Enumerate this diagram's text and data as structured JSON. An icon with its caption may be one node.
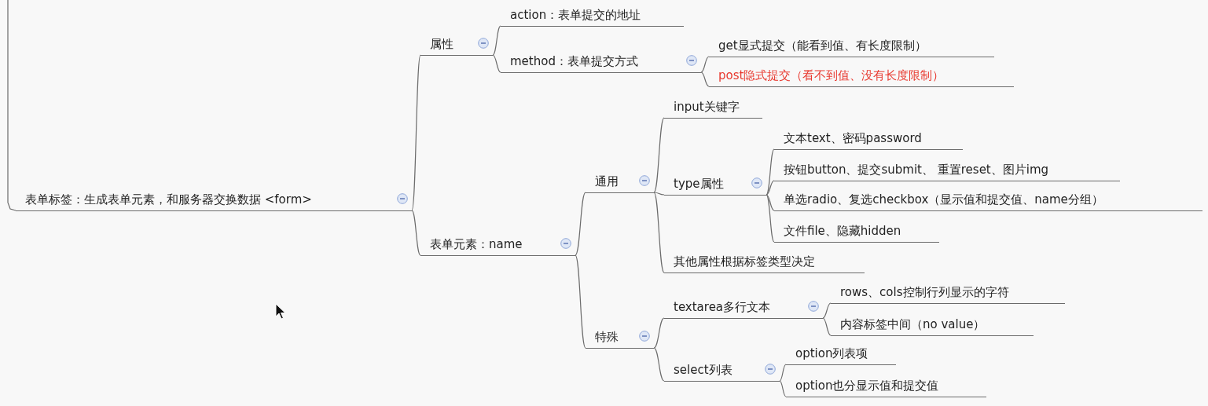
{
  "diagram": {
    "nodes": [
      {
        "text": [
          "表单标签：生成表单元素，和服务器交换数据 <form>"
        ]
      },
      {
        "text": [
          "属性"
        ]
      },
      {
        "text": [
          "action：表单提交的地址"
        ]
      },
      {
        "text": [
          "method：表单提交方式"
        ]
      },
      {
        "text": [
          "get显式提交（能看到值、有长度限制）"
        ]
      },
      {
        "text": [
          "post隐式提交（看不到值、没有长度限制）"
        ]
      },
      {
        "text": [
          "表单元素：name"
        ]
      },
      {
        "text": [
          "通用"
        ]
      },
      {
        "text": [
          "input关键字"
        ]
      },
      {
        "text": [
          "type属性"
        ]
      },
      {
        "text": [
          "文本text、密码password"
        ]
      },
      {
        "text": [
          "按钮button、提交submit、 重置reset、图片img"
        ]
      },
      {
        "text": [
          "单选radio、复选checkbox（显示值和提交值、name分组）"
        ]
      },
      {
        "text": [
          "文件file、隐藏hidden"
        ]
      },
      {
        "text": [
          "其他属性根据标签类型决定"
        ]
      },
      {
        "text": [
          "特殊"
        ]
      },
      {
        "text": [
          "textarea多行文本"
        ]
      },
      {
        "text": [
          "rows、cols控制行列显示的字符"
        ]
      },
      {
        "text": [
          "内容标签中间（no value）"
        ]
      },
      {
        "text": [
          "select列表"
        ]
      },
      {
        "text": [
          "option列表项"
        ]
      },
      {
        "text": [
          "option也分显示值和提交值"
        ]
      }
    ],
    "edges": [
      {
        "from": null,
        "to": 0,
        "arrow": "none"
      },
      {
        "from": 0,
        "to": 1,
        "arrow": "none"
      },
      {
        "from": 1,
        "to": 2,
        "arrow": "none"
      },
      {
        "from": 1,
        "to": 3,
        "arrow": "none"
      },
      {
        "from": 3,
        "to": 4,
        "arrow": "none"
      },
      {
        "from": 3,
        "to": 5,
        "arrow": "none"
      },
      {
        "from": 0,
        "to": 6,
        "arrow": "none"
      },
      {
        "from": 6,
        "to": 7,
        "arrow": "none"
      },
      {
        "from": 7,
        "to": 8,
        "arrow": "none"
      },
      {
        "from": 7,
        "to": 9,
        "arrow": "none"
      },
      {
        "from": 9,
        "to": 10,
        "arrow": "none"
      },
      {
        "from": 9,
        "to": 11,
        "arrow": "none"
      },
      {
        "from": 9,
        "to": 12,
        "arrow": "none"
      },
      {
        "from": 9,
        "to": 13,
        "arrow": "none"
      },
      {
        "from": 7,
        "to": 14,
        "arrow": "none"
      },
      {
        "from": 6,
        "to": 15,
        "arrow": "none"
      },
      {
        "from": 15,
        "to": 16,
        "arrow": "none"
      },
      {
        "from": 16,
        "to": 17,
        "arrow": "none"
      },
      {
        "from": 16,
        "to": 18,
        "arrow": "none"
      },
      {
        "from": 15,
        "to": 19,
        "arrow": "none"
      },
      {
        "from": 19,
        "to": 20,
        "arrow": "none"
      },
      {
        "from": 19,
        "to": 21,
        "arrow": "none"
      }
    ]
  }
}
